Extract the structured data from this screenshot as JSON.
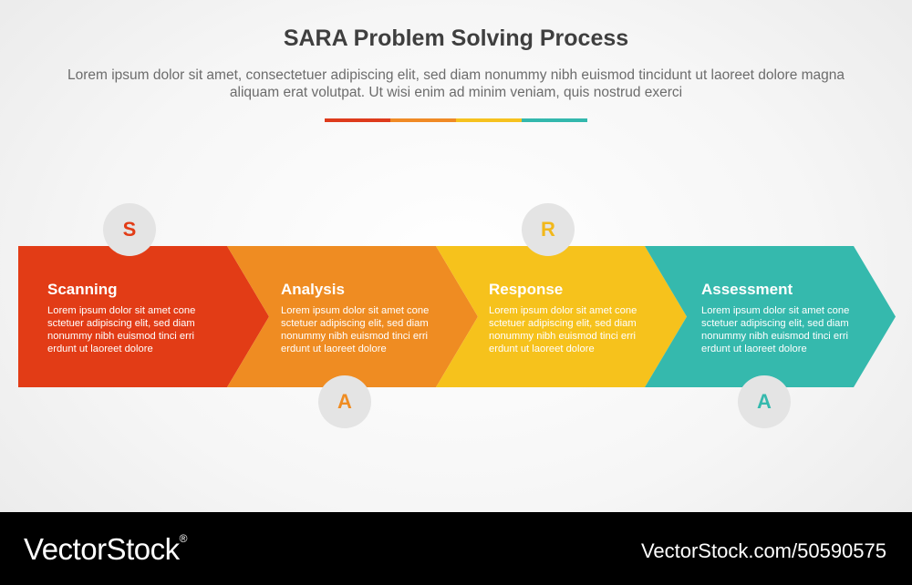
{
  "header": {
    "title": "SARA Problem Solving Process",
    "subtitle": "Lorem ipsum dolor sit amet, consectetuer adipiscing elit, sed diam nonummy nibh euismod tincidunt ut laoreet dolore magna aliquam erat volutpat. Ut wisi enim ad minim veniam, quis nostrud exerci",
    "divider_colors": [
      "#de3b1c",
      "#f08a25",
      "#f6c21f",
      "#33b8ad"
    ]
  },
  "steps": [
    {
      "title": "Scanning",
      "letter": "S",
      "desc": "Lorem ipsum dolor sit amet cone sctetuer adipiscing elit, sed diam nonummy nibh euismod tinci erri erdunt ut laoreet dolore",
      "color": "#e23c16",
      "letter_color": "#e23c16"
    },
    {
      "title": "Analysis",
      "letter": "A",
      "desc": "Lorem ipsum dolor sit amet cone sctetuer adipiscing elit, sed diam nonummy nibh euismod tinci erri erdunt ut laoreet dolore",
      "color": "#ef8c22",
      "letter_color": "#ef8c22"
    },
    {
      "title": "Response",
      "letter": "R",
      "desc": "Lorem ipsum dolor sit amet cone sctetuer adipiscing elit, sed diam nonummy nibh euismod tinci erri erdunt ut laoreet dolore",
      "color": "#f6c21c",
      "letter_color": "#f2b81b"
    },
    {
      "title": "Assessment",
      "letter": "A",
      "desc": "Lorem ipsum dolor sit amet cone sctetuer adipiscing elit, sed diam nonummy nibh euismod tinci erri erdunt ut laoreet dolore",
      "color": "#35b9ad",
      "letter_color": "#35b9ad"
    }
  ],
  "footer": {
    "brand": "VectorStock",
    "brand_mark": "®",
    "stock_id": "VectorStock.com/50590575"
  }
}
